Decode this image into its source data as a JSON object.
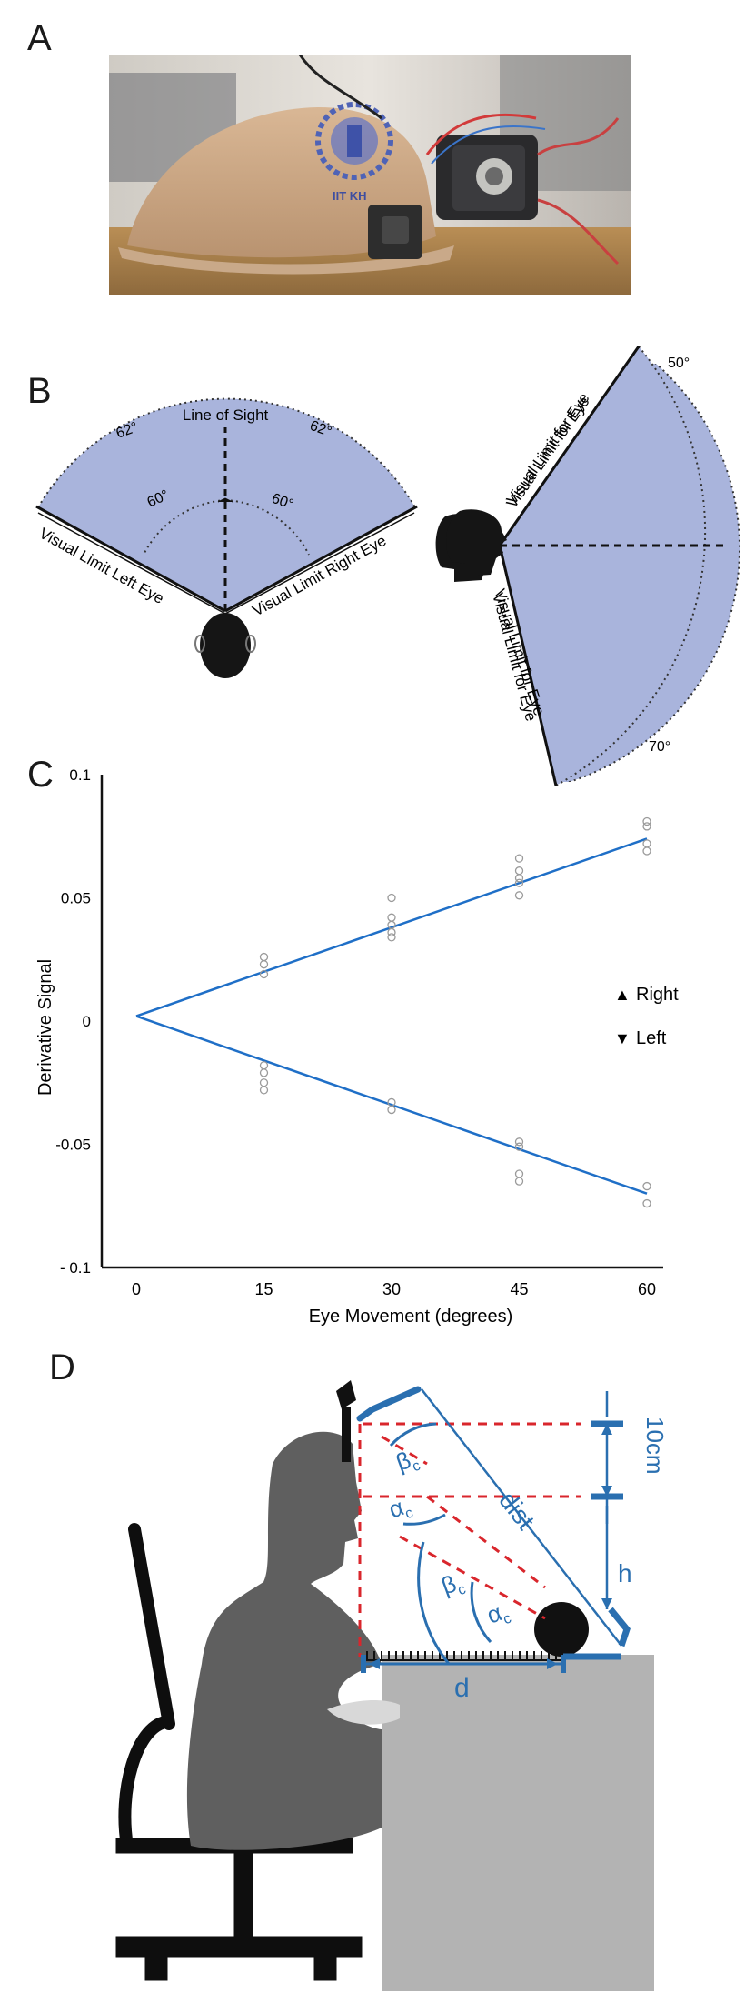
{
  "panels": {
    "a": "A",
    "b": "B",
    "c": "C",
    "d": "D"
  },
  "photo": {
    "cap_label": "IIT KH"
  },
  "panel_b": {
    "line_of_sight": "Line of Sight",
    "angle_outer_left": "62°",
    "angle_outer_right": "62°",
    "angle_inner_left": "60°",
    "angle_inner_right": "60°",
    "limit_left": "Visual Limit Left Eye",
    "limit_right": "Visual Limit Right Eye",
    "limit_up": "Visual Limit for Eye",
    "limit_down": "Visual Limit for Eye",
    "angle_up": "50°",
    "angle_down": "70°",
    "fill_color": "#a9b4dc"
  },
  "chart_data": {
    "type": "scatter",
    "xlabel": "Eye Movement (degrees)",
    "ylabel": "Derivative Signal",
    "x_ticks": [
      "0",
      "15",
      "30",
      "45",
      "60"
    ],
    "y_ticks": [
      "0.1",
      "0.05",
      "0",
      "-0.05",
      "- 0.1"
    ],
    "xlim": [
      0,
      60
    ],
    "ylim": [
      -0.1,
      0.1
    ],
    "line_color": "#1f6fc7",
    "legend": [
      {
        "marker": "▲",
        "label": "Right"
      },
      {
        "marker": "▼",
        "label": "Left"
      }
    ],
    "series": [
      {
        "name": "Right",
        "points": [
          [
            15,
            0.026
          ],
          [
            15,
            0.023
          ],
          [
            15,
            0.019
          ],
          [
            30,
            0.05
          ],
          [
            30,
            0.042
          ],
          [
            30,
            0.039
          ],
          [
            30,
            0.036
          ],
          [
            30,
            0.034
          ],
          [
            45,
            0.066
          ],
          [
            45,
            0.061
          ],
          [
            45,
            0.058
          ],
          [
            45,
            0.056
          ],
          [
            45,
            0.051
          ],
          [
            60,
            0.081
          ],
          [
            60,
            0.079
          ],
          [
            60,
            0.072
          ],
          [
            60,
            0.069
          ]
        ],
        "fit": [
          [
            0,
            0.002
          ],
          [
            60,
            0.074
          ]
        ]
      },
      {
        "name": "Left",
        "points": [
          [
            15,
            -0.018
          ],
          [
            15,
            -0.021
          ],
          [
            15,
            -0.025
          ],
          [
            15,
            -0.028
          ],
          [
            30,
            -0.033
          ],
          [
            30,
            -0.036
          ],
          [
            45,
            -0.049
          ],
          [
            45,
            -0.051
          ],
          [
            45,
            -0.062
          ],
          [
            45,
            -0.065
          ],
          [
            60,
            -0.067
          ],
          [
            60,
            -0.074
          ]
        ],
        "fit": [
          [
            0,
            0.002
          ],
          [
            60,
            -0.07
          ]
        ]
      }
    ]
  },
  "panel_d": {
    "beta_top": "β",
    "beta_top_sub": "c",
    "alpha_top": "α",
    "alpha_top_sub": "c",
    "beta_bottom": "β",
    "beta_bottom_sub": "c",
    "alpha_bottom": "α",
    "alpha_bottom_sub": "c",
    "dist": "dist",
    "h": "h",
    "d": "d",
    "ten_cm": "10cm",
    "blue": "#2a6fb0",
    "red": "#d9262c"
  }
}
